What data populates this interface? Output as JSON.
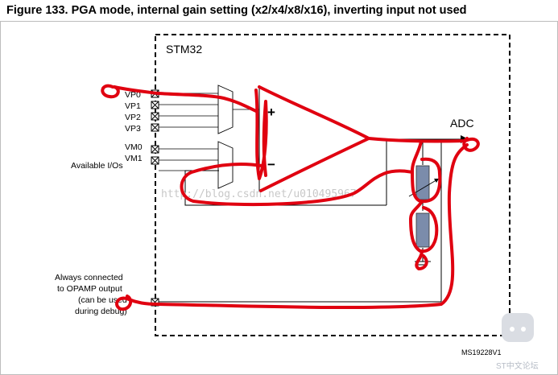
{
  "figure": {
    "title": "Figure 133. PGA mode, internal gain setting (x2/x4/x8/x16), inverting input not used",
    "chip_label": "STM32",
    "reference": "MS19228V1"
  },
  "inputs": {
    "vp": [
      "VP0",
      "VP1",
      "VP2",
      "VP3"
    ],
    "vm": [
      "VM0",
      "VM1"
    ],
    "available_label": "Available I/Os"
  },
  "opamp": {
    "plus_sign": "+",
    "minus_sign": "−"
  },
  "output": {
    "label": "ADC"
  },
  "always_connected": {
    "lines": [
      "Always connected",
      "to OPAMP output",
      "(can be used",
      "during debug)"
    ]
  },
  "watermark": {
    "text": "http://blog.csdn.net/u010495967",
    "logo_text": "ST中文论坛"
  },
  "colors": {
    "annotation": "#e00010",
    "resistor_fill": "#7b8cab",
    "pin_box": "#000000"
  }
}
